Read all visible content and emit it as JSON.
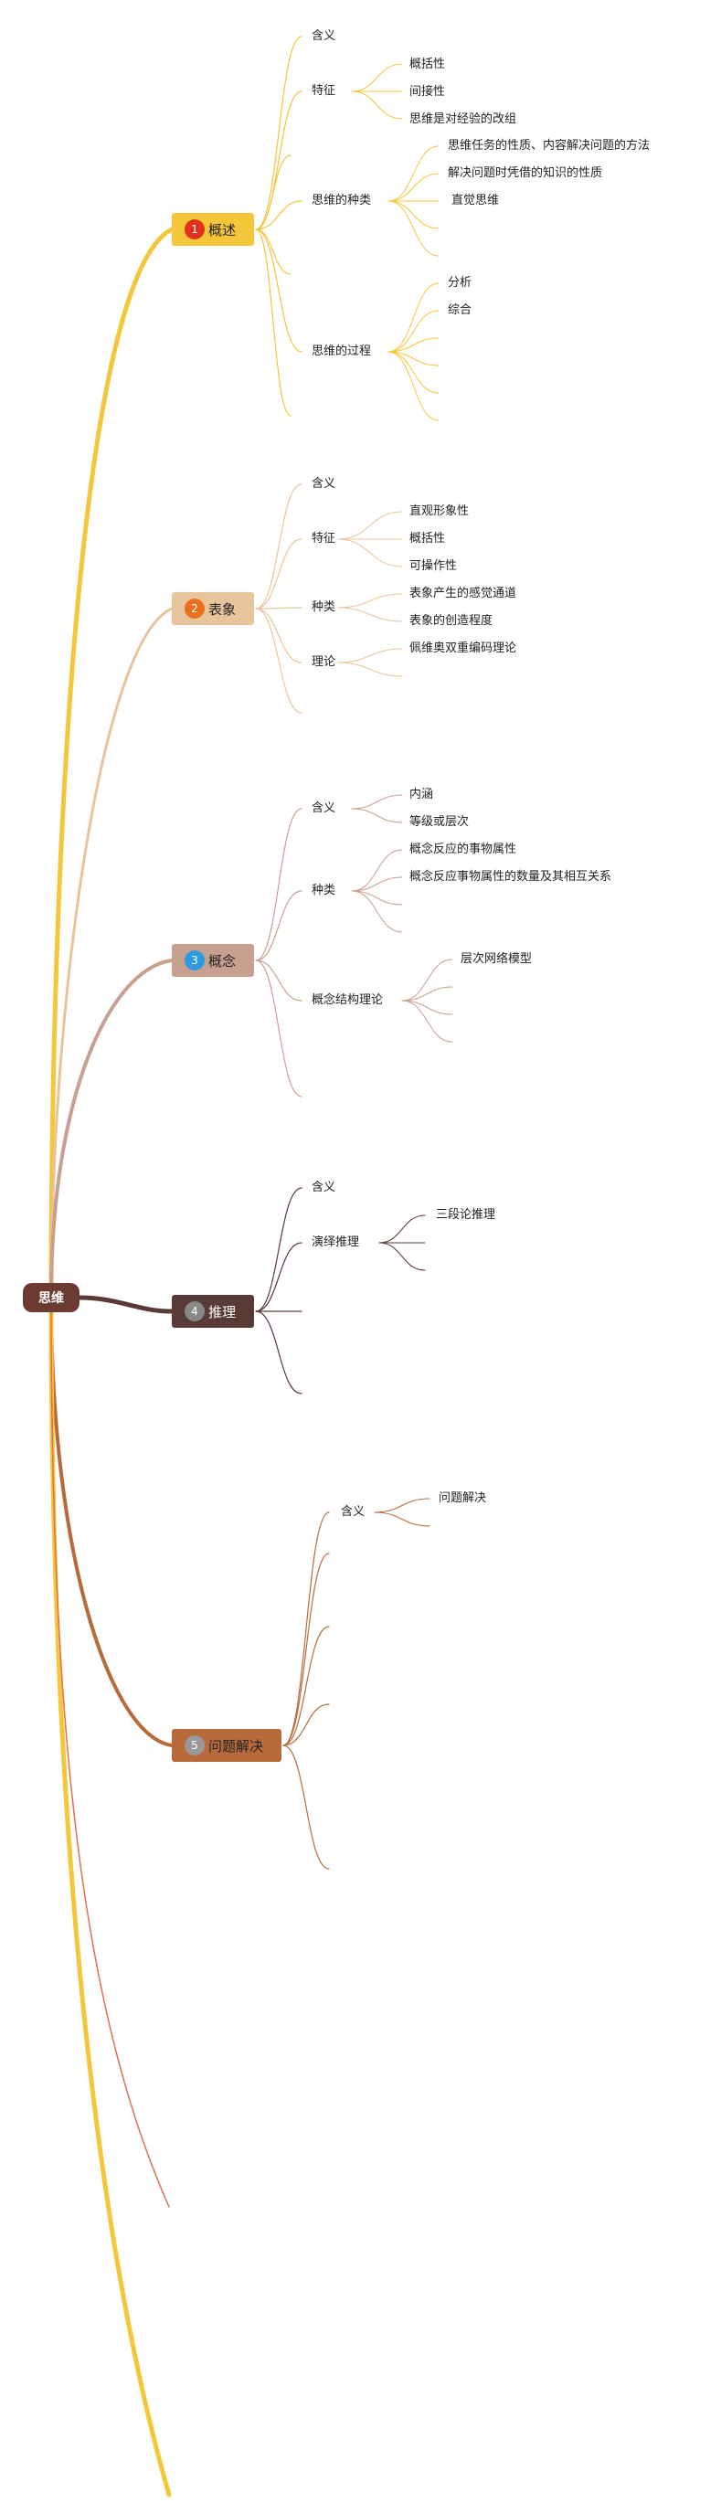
{
  "root": {
    "label": "思维"
  },
  "branches": [
    {
      "number": "1",
      "label": "概述",
      "color": "#f5c53a",
      "badge_color": "#e0301e",
      "children": [
        {
          "label": "含义",
          "children": []
        },
        {
          "label": "特征",
          "children": [
            "概括性",
            "间接性",
            "思维是对经验的改组"
          ]
        },
        {
          "label": "思维的种类",
          "children": [
            "思维任务的性质、内容解决问题的方法",
            "解决问题时凭借的知识的性质",
            "直觉思维"
          ]
        },
        {
          "label": "思维的过程",
          "children": [
            "分析",
            "综合"
          ]
        }
      ]
    },
    {
      "number": "2",
      "label": "表象",
      "color": "#e8c49a",
      "badge_color": "#e8701e",
      "children": [
        {
          "label": "含义",
          "children": []
        },
        {
          "label": "特征",
          "children": [
            "直观形象性",
            "概括性",
            "可操作性"
          ]
        },
        {
          "label": "种类",
          "children": [
            "表象产生的感觉通道",
            "表象的创造程度"
          ]
        },
        {
          "label": "理论",
          "children": [
            "佩维奥双重编码理论"
          ]
        }
      ]
    },
    {
      "number": "3",
      "label": "概念",
      "color": "#c9a090",
      "badge_color": "#2e9be0",
      "children": [
        {
          "label": "含义",
          "children": [
            "内涵",
            "等级或层次"
          ]
        },
        {
          "label": "种类",
          "children": [
            "概念反应的事物属性",
            "概念反应事物属性的数量及其相互关系"
          ]
        },
        {
          "label": "概念结构理论",
          "children": [
            "层次网络模型"
          ]
        }
      ]
    },
    {
      "number": "4",
      "label": "推理",
      "color": "#5a3a36",
      "badge_color": "#888888",
      "children": [
        {
          "label": "含义",
          "children": []
        },
        {
          "label": "演绎推理",
          "children": [
            "三段论推理"
          ]
        }
      ]
    },
    {
      "number": "5",
      "label": "问题解决",
      "color": "#b86a3a",
      "badge_color": "#999999",
      "children": [
        {
          "label": "含义",
          "children": [
            "问题解决"
          ]
        }
      ]
    }
  ]
}
